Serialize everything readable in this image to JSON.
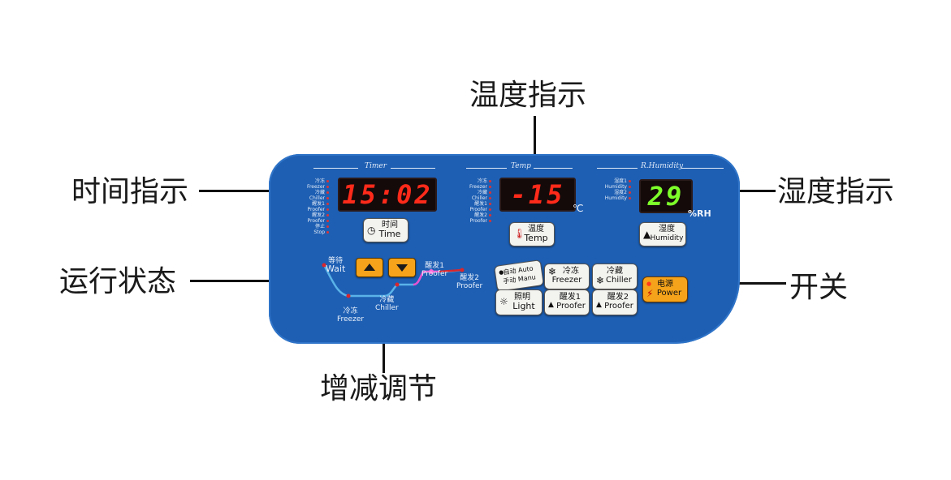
{
  "callouts": {
    "temp_indicator": "温度指示",
    "time_indicator": "时间指示",
    "humidity_indicator": "湿度指示",
    "run_status": "运行状态",
    "switch": "开关",
    "adjust": "增减调节"
  },
  "panel": {
    "timer": {
      "title": "Timer",
      "display": "15:02",
      "mode_labels": [
        "冷冻",
        "Freezer",
        "冷藏",
        "Chiller",
        "醒发1",
        "Proofer",
        "醒发2",
        "Proofer",
        "停止",
        "Stop"
      ],
      "button_cn": "时间",
      "button_en": "Time"
    },
    "temp": {
      "title": "Temp",
      "display": "-15",
      "unit": "℃",
      "mode_labels": [
        "冷冻",
        "Freezer",
        "冷藏",
        "Chiller",
        "醒发1",
        "Proofer",
        "醒发2",
        "Proofer"
      ],
      "button_cn": "温度",
      "button_en": "Temp"
    },
    "humidity": {
      "title": "R.Humidity",
      "display": "29",
      "unit": "%RH",
      "mode_labels": [
        "湿度1",
        "Humidity",
        "湿度2",
        "Humidity"
      ],
      "button_cn": "湿度",
      "button_en": "Humidity"
    },
    "status": {
      "wait_cn": "等待",
      "wait_en": "Wait",
      "freezer_cn": "冷冻",
      "freezer_en": "Freezer",
      "chiller_cn": "冷藏",
      "chiller_en": "Chiller",
      "proofer1_cn": "醒发1",
      "proofer1_en": "Proofer",
      "proofer2_cn": "醒发2",
      "proofer2_en": "Proofer"
    },
    "mode_buttons": {
      "auto_cn": "自动",
      "auto_en": "Auto",
      "manu_cn": "手动",
      "manu_en": "Manu",
      "freezer_cn": "冷冻",
      "freezer_en": "Freezer",
      "chiller_cn": "冷藏",
      "chiller_en": "Chiller",
      "light_cn": "照明",
      "light_en": "Light",
      "proofer1_cn": "醒发1",
      "proofer1_en": "Proofer",
      "proofer2_cn": "醒发2",
      "proofer2_en": "Proofer",
      "power_cn": "电源",
      "power_en": "Power"
    }
  },
  "colors": {
    "panel": "#1e5fb3",
    "red_led": "#ff2a1a",
    "green_led": "#7dff2a",
    "arrow_button": "#f5a31a",
    "power_button": "#f5a31a"
  }
}
